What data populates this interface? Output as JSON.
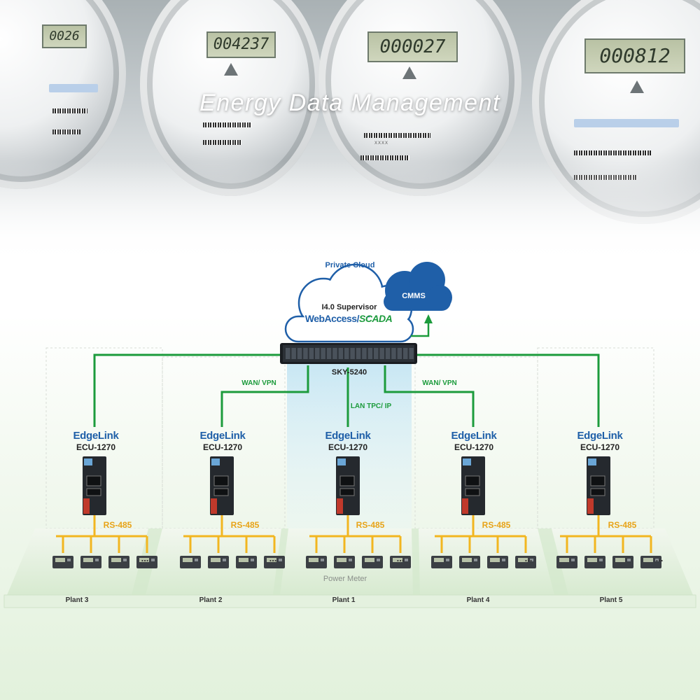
{
  "hero": {
    "title": "Energy Data Management"
  },
  "meter_readings": [
    "0026",
    "004237",
    "000027",
    "000812"
  ],
  "cloud": {
    "label": "Private Cloud",
    "supervisor": "I4.0 Supervisor",
    "webaccess": "WebAccess/",
    "scada": "SCADA",
    "cmms": "CMMS"
  },
  "server": {
    "name": "SKY-5240"
  },
  "links": {
    "wan_left": "WAN/ VPN",
    "wan_right": "WAN/ VPN",
    "lan": "LAN TPC/ IP"
  },
  "gateways": [
    {
      "brand": "EdgeLink",
      "model": "ECU-1270",
      "bus": "RS-485",
      "plant": "Plant 3"
    },
    {
      "brand": "EdgeLink",
      "model": "ECU-1270",
      "bus": "RS-485",
      "plant": "Plant 2"
    },
    {
      "brand": "EdgeLink",
      "model": "ECU-1270",
      "bus": "RS-485",
      "plant": "Plant 1"
    },
    {
      "brand": "EdgeLink",
      "model": "ECU-1270",
      "bus": "RS-485",
      "plant": "Plant 4"
    },
    {
      "brand": "EdgeLink",
      "model": "ECU-1270",
      "bus": "RS-485",
      "plant": "Plant 5"
    }
  ],
  "meter_label": "Power Meter",
  "more_glyph": "...",
  "colors": {
    "network": "#1c9b3c",
    "bus": "#f2b620",
    "brand": "#1f5fa8",
    "cmms": "#1f5fa8"
  }
}
